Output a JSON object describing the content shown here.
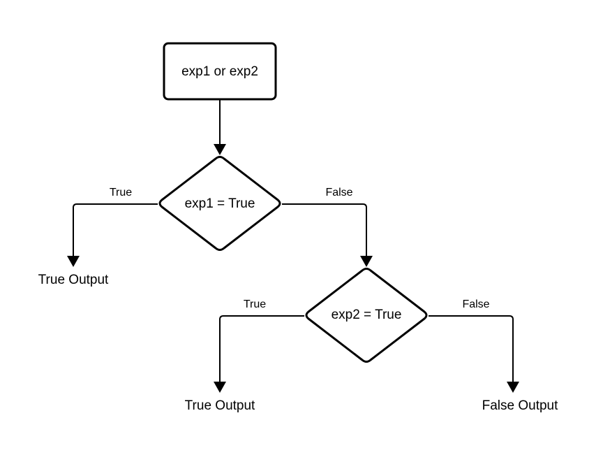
{
  "colors": {
    "stroke": "#000000",
    "background": "#ffffff"
  },
  "start": {
    "label": "exp1 or exp2"
  },
  "decision1": {
    "label": "exp1 = True",
    "true_label": "True",
    "false_label": "False"
  },
  "decision2": {
    "label": "exp2 = True",
    "true_label": "True",
    "false_label": "False"
  },
  "outputs": {
    "true_output_1": "True Output",
    "true_output_2": "True Output",
    "false_output": "False Output"
  }
}
